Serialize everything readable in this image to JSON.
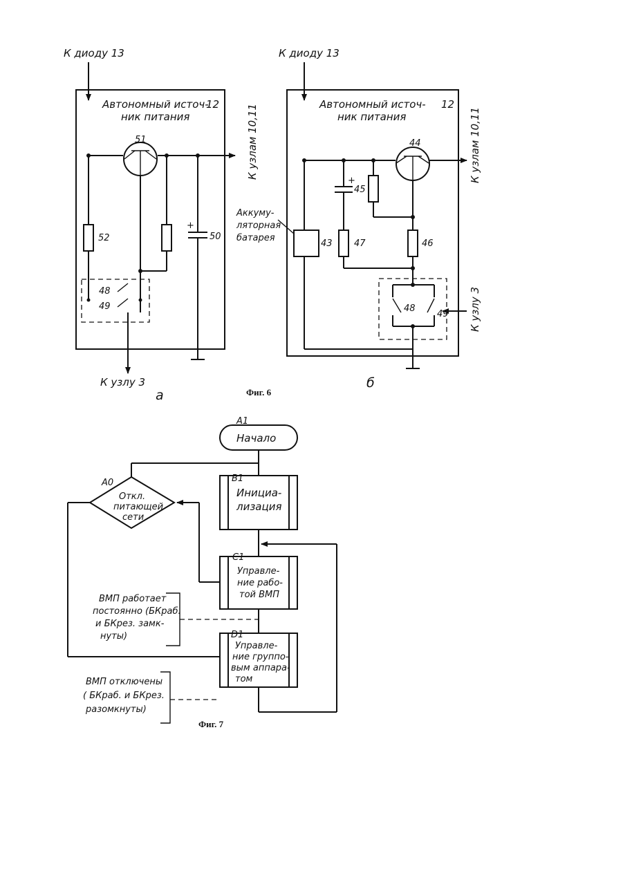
{
  "fig6": {
    "caption": "Фиг. 6",
    "a": {
      "label": "а",
      "input_top": "К диоду 13",
      "block_title_1": "Автономный источ-",
      "block_title_2": "ник питания",
      "block_num": "12",
      "transistor": "51",
      "resistor_left": "52",
      "capacitor": "50",
      "switch_1": "48",
      "switch_2": "49",
      "output_right": "К узлам 10,11",
      "output_bottom": "К узлу 3"
    },
    "b": {
      "label": "б",
      "input_top": "К диоду 13",
      "block_title_1": "Автономный источ-",
      "block_title_2": "ник питания",
      "block_num": "12",
      "transistor": "44",
      "capacitor": "45",
      "battery_label_1": "Аккуму-",
      "battery_label_2": "ляторная",
      "battery_label_3": "батарея",
      "battery": "43",
      "resistor_47": "47",
      "resistor_46": "46",
      "switch_1": "48",
      "switch_2": "49",
      "output_right": "К узлам 10,11",
      "output_side": "К узлу 3"
    }
  },
  "fig7": {
    "caption": "Фиг. 7",
    "start_id": "А1",
    "start_label": "Начало",
    "b1_id": "В1",
    "b1_label_1": "Инициа-",
    "b1_label_2": "лизация",
    "a0_id": "А0",
    "a0_label_1": "Откл.",
    "a0_label_2": "питающей",
    "a0_label_3": "сети",
    "c1_id": "С1",
    "c1_label_1": "Управле-",
    "c1_label_2": "ние рабо-",
    "c1_label_3": "той ВМП",
    "d1_id": "D1",
    "d1_label_1": "Управле-",
    "d1_label_2": "ние группо-",
    "d1_label_3": "вым аппара-",
    "d1_label_4": "том",
    "note1_1": "ВМП работает",
    "note1_2": "постоянно (БКраб.",
    "note1_3": "и БКрез. замк-",
    "note1_4": "нуты)",
    "note2_1": "ВМП отключены",
    "note2_2": "( БКраб. и БКрез.",
    "note2_3": "разомкнуты)"
  }
}
